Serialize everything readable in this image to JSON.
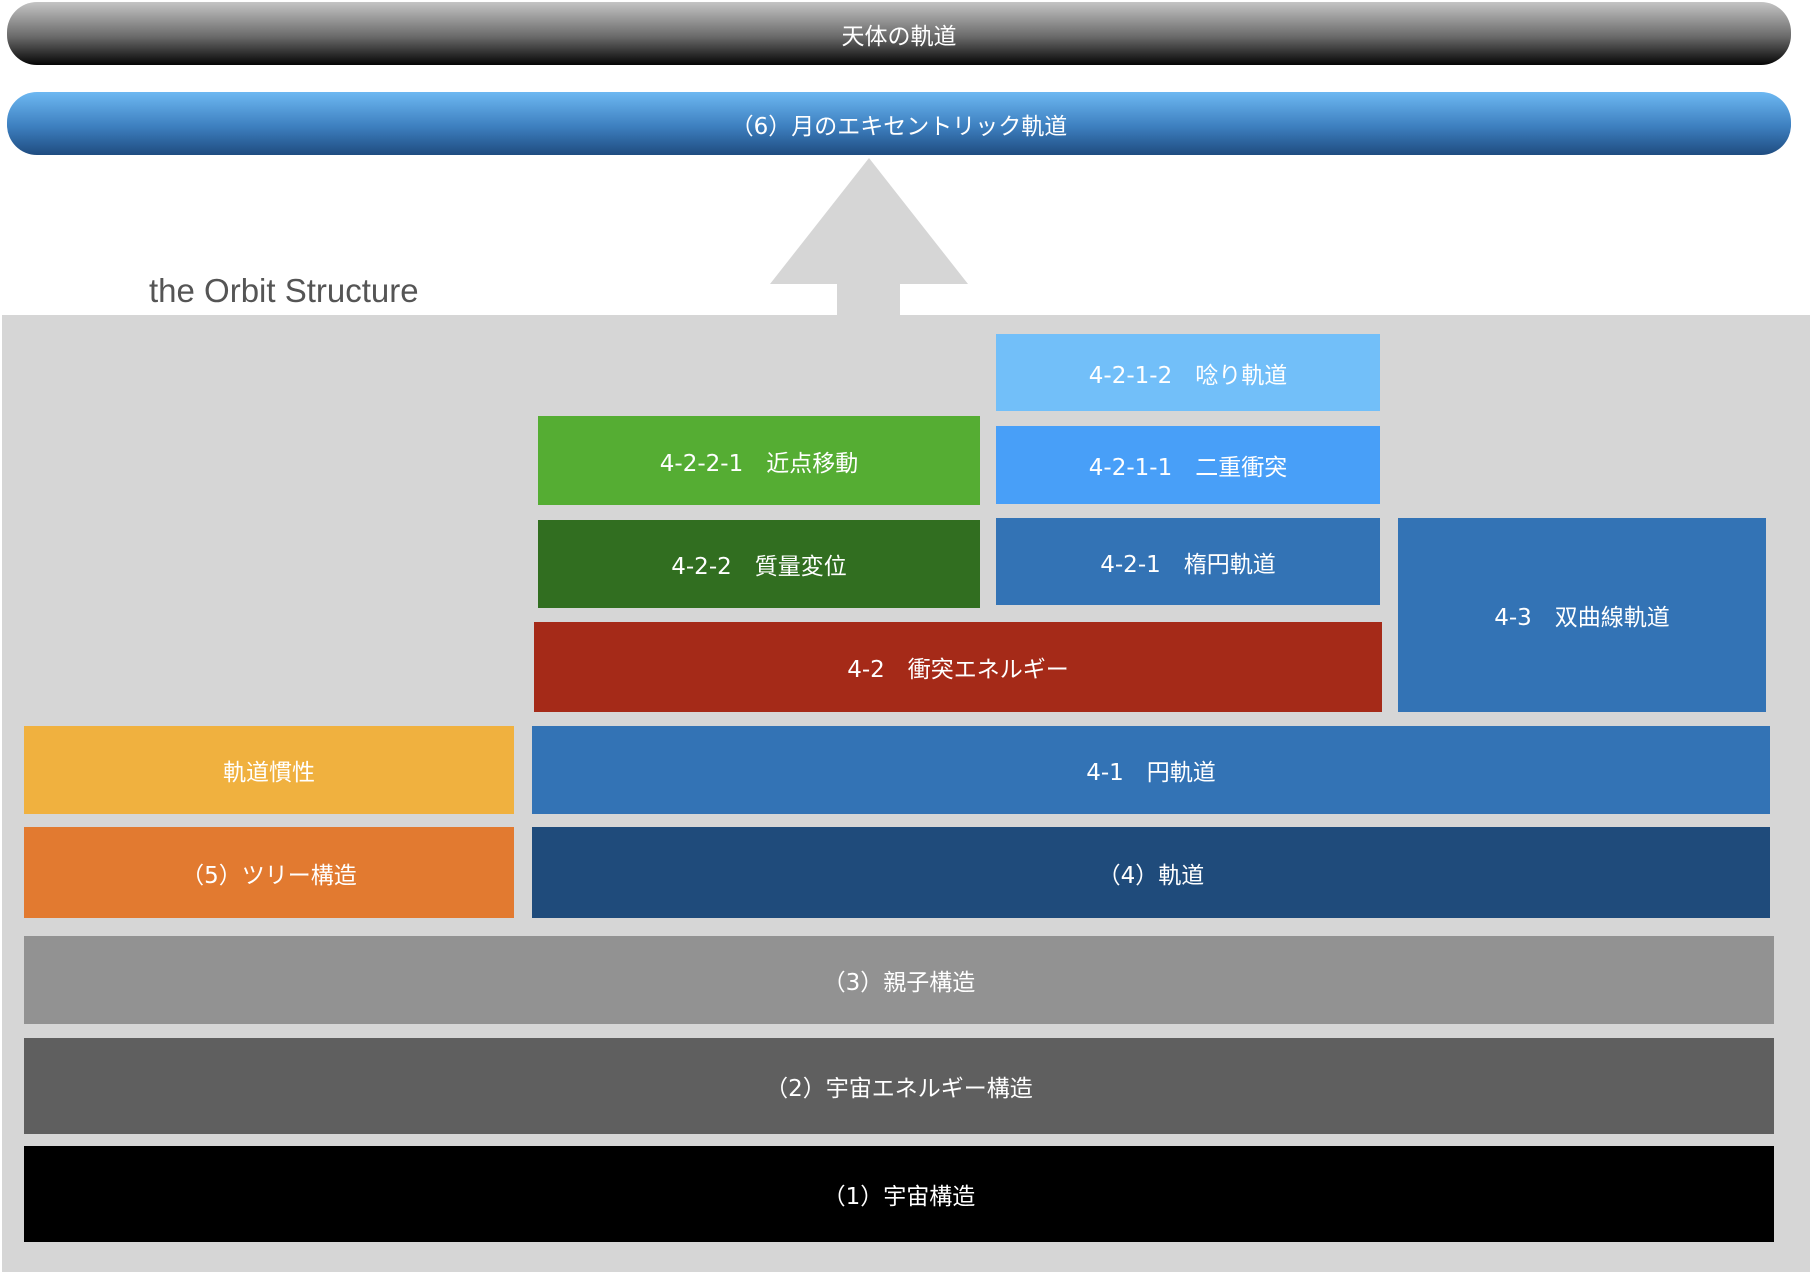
{
  "header": {
    "title": "天体の軌道",
    "moon_orbit": "（6）月のエキセントリック軌道"
  },
  "diagram_title": "the Orbit Structure",
  "blocks": {
    "b4212": "4-2-1-2　唸り軌道",
    "b4211": "4-2-1-1　二重衝突",
    "b4221": "4-2-2-1　近点移動",
    "b422": "4-2-2　質量変位",
    "b421": "4-2-1　楕円軌道",
    "b43": "4-3　双曲線軌道",
    "b42": "4-2　衝突エネルギー",
    "inertia": "軌道慣性",
    "b41": "4-1　円軌道",
    "b5": "（5）ツリー構造",
    "b4": "（4）軌道",
    "b3": "（3）親子構造",
    "b2": "（2）宇宙エネルギー構造",
    "b1": "（1）宇宙構造"
  },
  "colors": {
    "light_blue": "#72bff9",
    "mid_blue": "#489ff8",
    "blue": "#3373b5",
    "light_green": "#55ad33",
    "dark_green": "#316e20",
    "red": "#a52a18",
    "amber": "#f0b13f",
    "orange": "#e27a30",
    "navy": "#1f4b7b",
    "gray": "#929292",
    "dark_gray": "#5f5f5f",
    "black": "#000000"
  }
}
